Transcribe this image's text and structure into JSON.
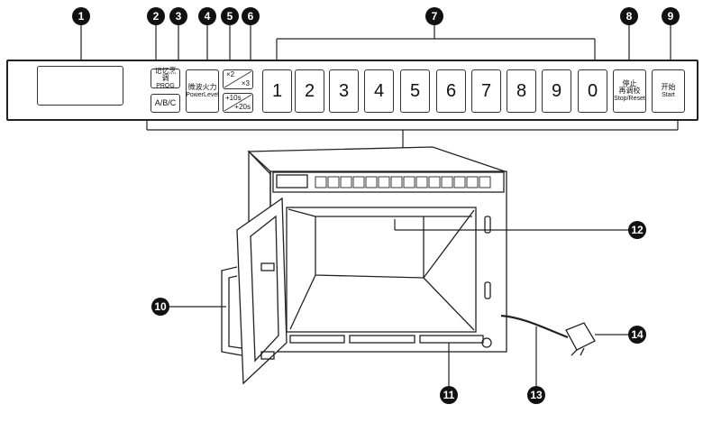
{
  "callouts": [
    "1",
    "2",
    "3",
    "4",
    "5",
    "6",
    "7",
    "8",
    "9",
    "10",
    "11",
    "12",
    "13",
    "14"
  ],
  "keys": {
    "prog_cn": "记忆烹调",
    "prog_en": "PROG",
    "abc": "A/B/C",
    "power_cn": "微波火力",
    "power_en": "PowerLevel",
    "x2": "×2",
    "x3": "×3",
    "plus10": "+10s",
    "plus20": "+20s",
    "digits": [
      "1",
      "2",
      "3",
      "4",
      "5",
      "6",
      "7",
      "8",
      "9",
      "0"
    ],
    "stop_cn1": "停止",
    "stop_cn2": "再调校",
    "stop_en": "Stop/Reset",
    "start_cn": "开始",
    "start_en": "Start"
  }
}
